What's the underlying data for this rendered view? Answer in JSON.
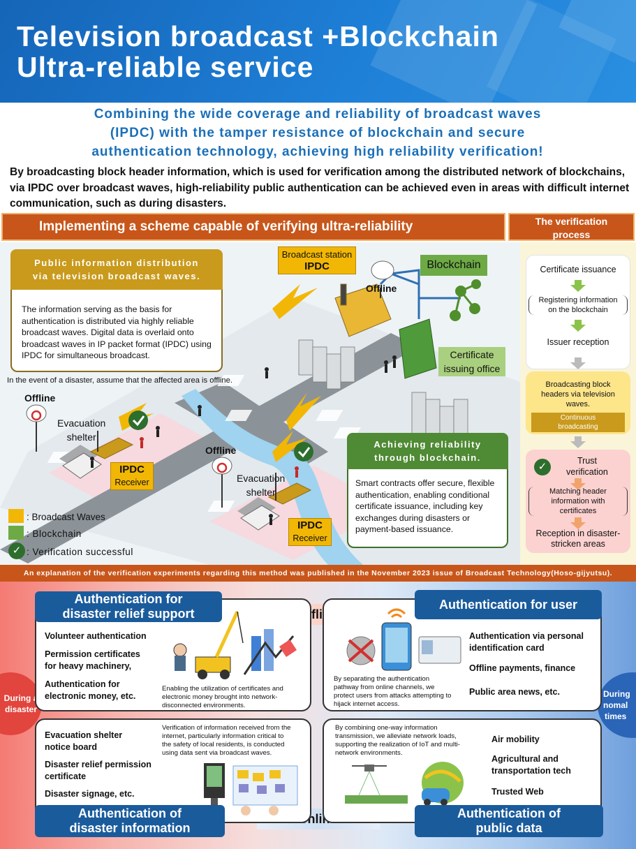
{
  "header": {
    "title_line1": "Television broadcast +Blockchain",
    "title_line2": "Ultra-reliable service"
  },
  "subtitle": {
    "line1": "Combining the wide coverage and reliability of broadcast waves",
    "line2": "(IPDC) with the tamper resistance of blockchain and secure",
    "line3": "authentication technology, achieving high reliability verification!"
  },
  "intro": "By broadcasting block header information, which is used for verification among the distributed network of blockchains, via IPDC over broadcast waves, high-reliability public authentication can be achieved even in areas with difficult internet communication, such as during disasters.",
  "scheme": {
    "title": "Implementing a scheme capable of verifying ultra-reliability",
    "process_title_1": "The verification",
    "process_title_2": "process"
  },
  "scene": {
    "callout1_head_1": "Public information distribution",
    "callout1_head_2": "via television broadcast waves.",
    "callout1_body": "The information serving as the basis for authentication is distributed via highly reliable broadcast waves. Digital data is overlaid onto broadcast waves in IP packet format (IPDC) using IPDC for simultaneous broadcast.",
    "disaster_note": "In the event of a disaster, assume that the affected area is offline.",
    "broadcast_station_1": "Broadcast station",
    "broadcast_station_2": "IPDC",
    "offline_top": "Offline",
    "blockchain": "Blockchain",
    "cert_office_1": "Certificate",
    "cert_office_2": "issuing office",
    "offline_left": "Offline",
    "shelter1_1": "Evacuation",
    "shelter1_2": "shelter",
    "ipdc1_1": "IPDC",
    "ipdc1_2": "Receiver",
    "offline_mid": "Offline",
    "shelter2_1": "Evacuation",
    "shelter2_2": "shelter",
    "ipdc2_1": "IPDC",
    "ipdc2_2": "Receiver",
    "callout2_head_1": "Achieving reliability",
    "callout2_head_2": "through blockchain.",
    "callout2_body": "Smart contracts offer secure, flexible authentication, enabling conditional certificate issuance, including key exchanges during disasters or payment-based issuance.",
    "legend_broadcast": ": Broadcast Waves",
    "legend_blockchain": ": Blockchain",
    "legend_verified": ": Verification successful"
  },
  "process": {
    "step1": "Certificate issuance",
    "step2_1": "Registering information",
    "step2_2": "on the blockchain",
    "step3": "Issuer reception",
    "step4_1": "Broadcasting block",
    "step4_2": "headers via television",
    "step4_3": "waves.",
    "step4_tag_1": "Continuous",
    "step4_tag_2": "broadcasting",
    "step5_1": "Trust",
    "step5_2": "verification",
    "step6_1": "Matching header",
    "step6_2": "information with",
    "step6_3": "certificates",
    "step7_1": "Reception in disaster-",
    "step7_2": "stricken areas"
  },
  "footnote": "An explanation of the verification experiments regarding this method was published in the November 2023 issue of Broadcast Technology(Hoso-gijyutsu).",
  "bottom": {
    "band_offline": "offline",
    "band_online": "online",
    "during_disaster_1": "During a",
    "during_disaster_2": "disaster",
    "during_normal_1": "During",
    "during_normal_2": "nomal",
    "during_normal_3": "times",
    "p1_title_1": "Authentication for",
    "p1_title_2": "disaster relief support",
    "p1_item1": "Volunteer authentication",
    "p1_item2_1": "Permission certificates",
    "p1_item2_2": "for heavy machinery,",
    "p1_item3_1": "Authentication for",
    "p1_item3_2": "electronic money, etc.",
    "p1_note_1": "Enabling the utilization of certificates and",
    "p1_note_2": "electronic money brought into network-",
    "p1_note_3": "disconnected environments.",
    "p2_title": "Authentication for user",
    "p2_item1_1": "Authentication via personal",
    "p2_item1_2": "identification card",
    "p2_item2": "Offline payments, finance",
    "p2_item3": "Public area news, etc.",
    "p2_note_1": "By separating the authentication",
    "p2_note_2": "pathway from online channels, we",
    "p2_note_3": "protect users from attacks attempting to",
    "p2_note_4": "hijack internet access.",
    "p3_title_1": "Authentication of",
    "p3_title_2": "disaster information",
    "p3_item1_1": "Evacuation shelter",
    "p3_item1_2": "notice board",
    "p3_item2_1": "Disaster relief permission",
    "p3_item2_2": "certificate",
    "p3_item3": "Disaster signage, etc.",
    "p3_note_1": "Verification of information received from the",
    "p3_note_2": "internet, particularly information critical to",
    "p3_note_3": "the safety of local residents, is conducted",
    "p3_note_4": "using data sent via broadcast waves.",
    "p4_title_1": "Authentication of",
    "p4_title_2": "public data",
    "p4_item1": "Air mobility",
    "p4_item2_1": "Agricultural and",
    "p4_item2_2": "transportation tech",
    "p4_item3": "Trusted Web",
    "p4_note_1": "By combining one-way information",
    "p4_note_2": "transmission, we alleviate network loads,",
    "p4_note_3": "supporting the realization of IoT and multi-",
    "p4_note_4": "network environments."
  },
  "colors": {
    "header_blue": "#1e7fd6",
    "orange_bar": "#c8561a",
    "gold": "#c99a1c",
    "green": "#6daa45",
    "navy": "#1a5b9c"
  }
}
